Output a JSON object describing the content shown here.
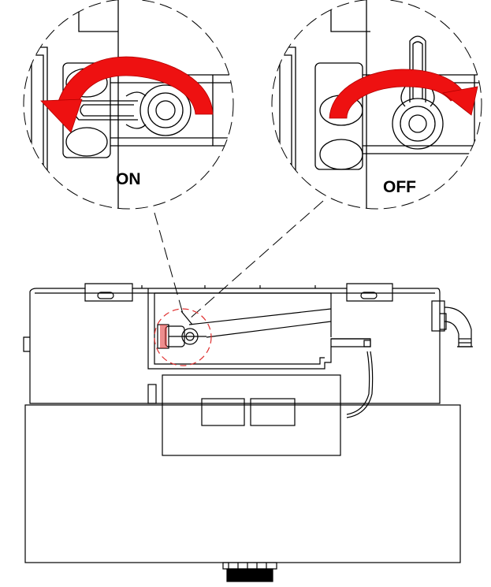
{
  "figure": {
    "callout_on": {
      "label": "ON",
      "handle_position": "horizontal",
      "rotation_arrow": "counterclockwise"
    },
    "callout_off": {
      "label": "OFF",
      "handle_position": "vertical",
      "rotation_arrow": "clockwise"
    },
    "colors": {
      "line": "#000000",
      "arrow": "#ee1111",
      "highlight_circle": "#e03030",
      "background": "#ffffff"
    },
    "icons": {
      "arrow_on": "rotate-ccw-arrow-icon",
      "arrow_off": "rotate-cw-arrow-icon",
      "handle": "valve-handle-icon"
    }
  }
}
